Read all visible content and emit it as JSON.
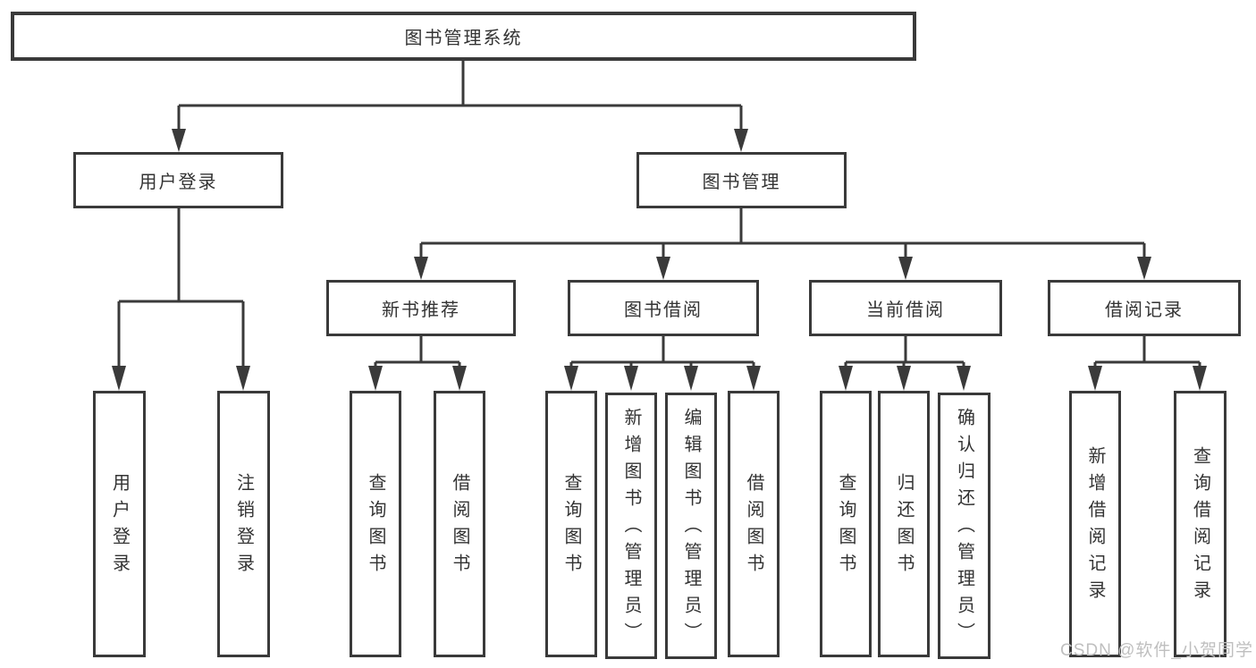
{
  "diagram": {
    "title": "图书管理系统",
    "level2": {
      "user_login": "用户登录",
      "book_mgmt": "图书管理"
    },
    "level3": {
      "new_book": "新书推荐",
      "book_borrow": "图书借阅",
      "current_borrow": "当前借阅",
      "borrow_record": "借阅记录"
    },
    "leaves": {
      "login": "用户登录",
      "logout": "注销登录",
      "nb_query": "查询图书",
      "nb_borrow": "借阅图书",
      "bb_query": "查询图书",
      "bb_add": "新增图书（管理员）",
      "bb_edit": "编辑图书（管理员）",
      "bb_borrow": "借阅图书",
      "cb_query": "查询图书",
      "cb_return": "归还图书",
      "cb_confirm": "确认归还（管理员）",
      "br_add": "新增借阅记录",
      "br_query": "查询借阅记录"
    },
    "hierarchy": {
      "图书管理系统": {
        "用户登录": [
          "用户登录",
          "注销登录"
        ],
        "图书管理": {
          "新书推荐": [
            "查询图书",
            "借阅图书"
          ],
          "图书借阅": [
            "查询图书",
            "新增图书（管理员）",
            "编辑图书（管理员）",
            "借阅图书"
          ],
          "当前借阅": [
            "查询图书",
            "归还图书",
            "确认归还（管理员）"
          ],
          "借阅记录": [
            "新增借阅记录",
            "查询借阅记录"
          ]
        }
      }
    }
  },
  "watermark": "CSDN @软件_小贺同学",
  "colors": {
    "line": "#3a3a3a",
    "text": "#333333",
    "box_background": "#ffffff",
    "page_background": "#ffffff",
    "watermark": "#bfbfbf"
  }
}
